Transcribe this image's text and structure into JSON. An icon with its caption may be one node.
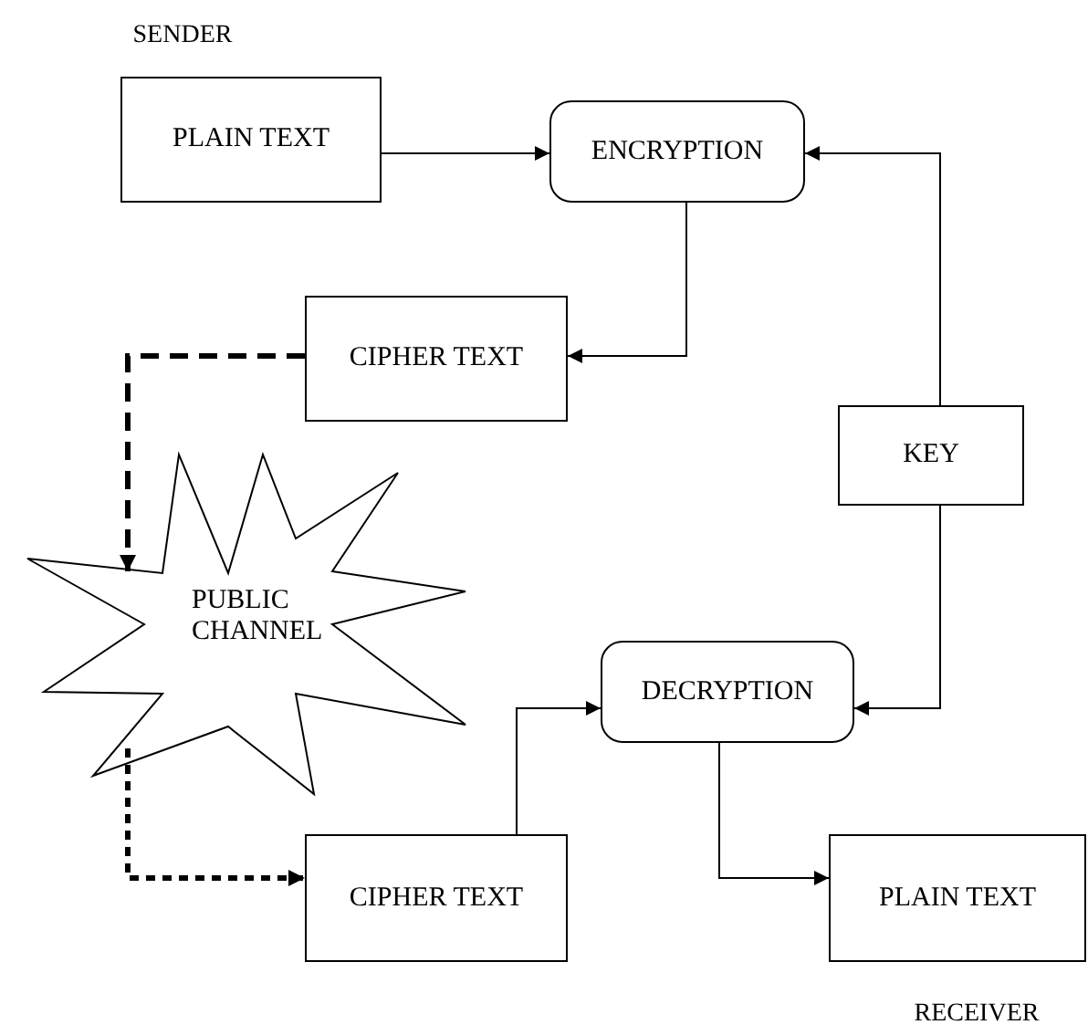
{
  "diagram": {
    "nodes": [
      {
        "text": [
          "PLAIN TEXT"
        ],
        "beside": [
          "SENDER"
        ]
      },
      {
        "text": [
          "ENCRYPTION"
        ]
      },
      {
        "text": [
          "CIPHER TEXT"
        ]
      },
      {
        "text": [
          "KEY"
        ]
      },
      {
        "text": [
          "PUBLIC CHANNEL"
        ]
      },
      {
        "text": [
          "DECRYPTION"
        ]
      },
      {
        "text": [
          "CIPHER TEXT"
        ]
      },
      {
        "text": [
          "PLAIN TEXT"
        ],
        "beside": [
          "RECEIVER"
        ]
      }
    ],
    "edges": [
      {
        "from": 0,
        "to": 1,
        "arrow": "to"
      },
      {
        "from": 1,
        "to": 2,
        "arrow": "to"
      },
      {
        "from": 2,
        "to": 4,
        "arrow": "to",
        "style": "dashed"
      },
      {
        "from": 3,
        "to": 1,
        "arrow": "to"
      },
      {
        "from": 3,
        "to": 5,
        "arrow": "to"
      },
      {
        "from": 4,
        "to": 6,
        "arrow": "to",
        "style": "dashed"
      },
      {
        "from": 6,
        "to": 5,
        "arrow": "to"
      },
      {
        "from": 5,
        "to": 7,
        "arrow": "to"
      }
    ]
  }
}
